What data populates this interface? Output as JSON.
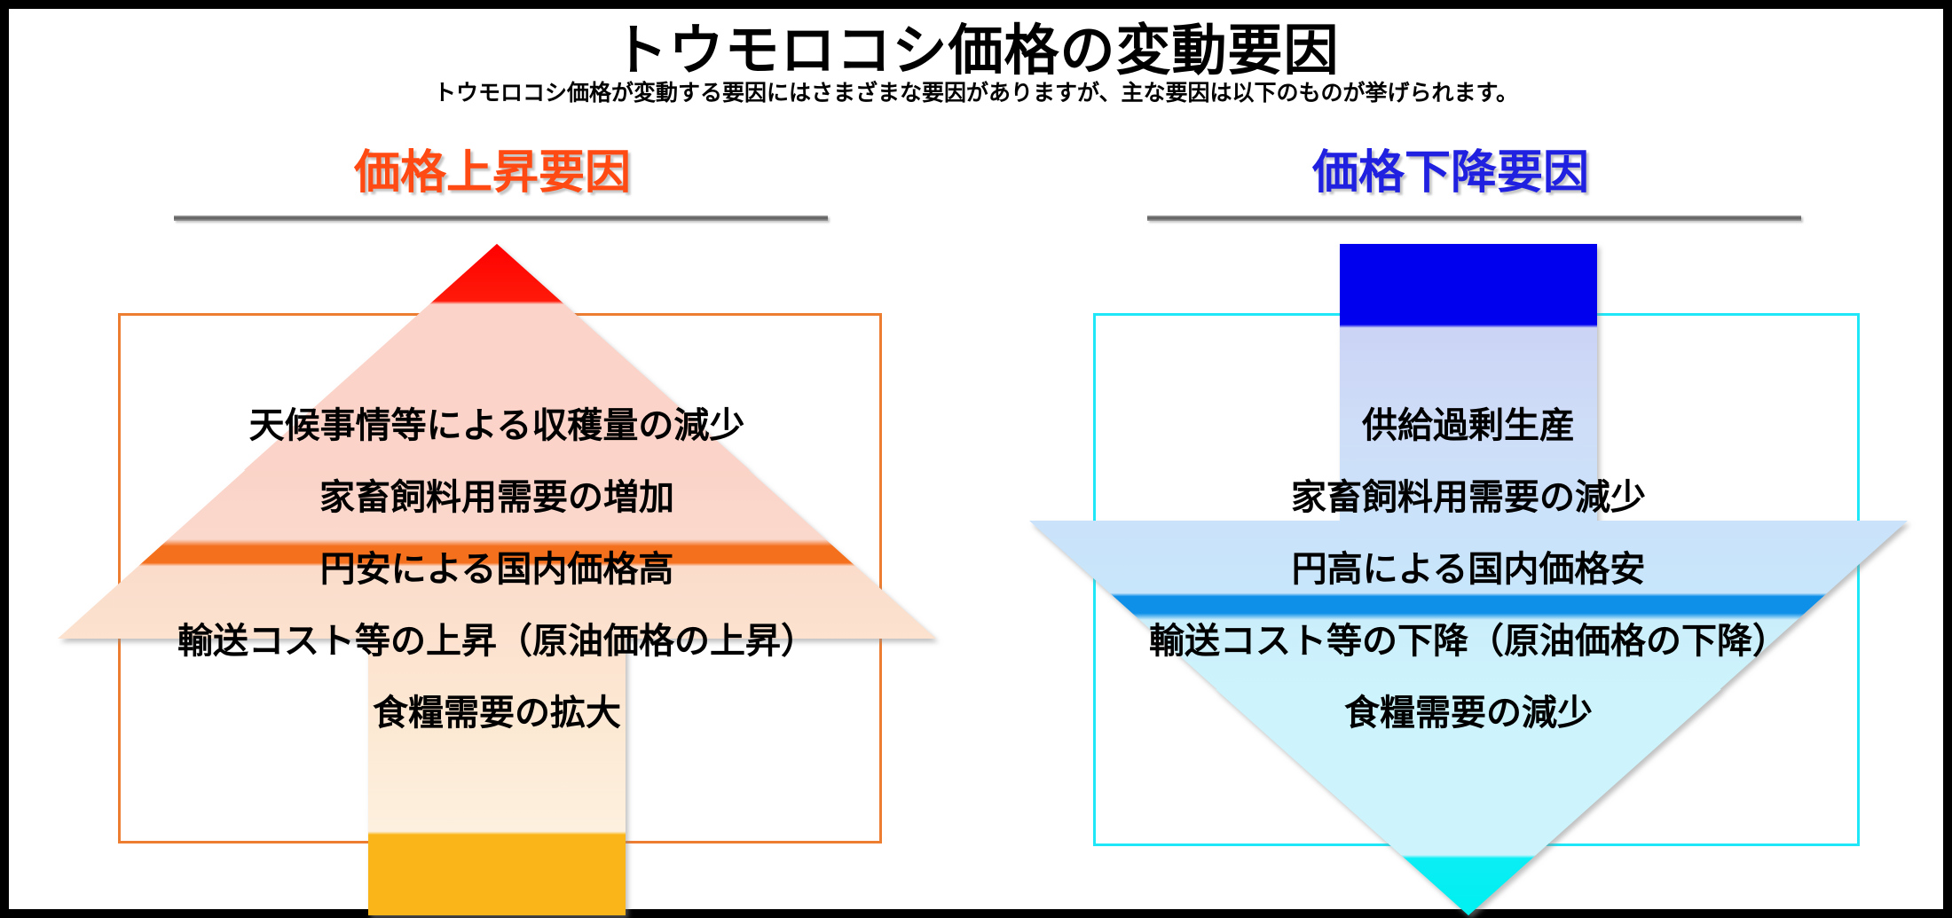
{
  "header": {
    "title": "トウモロコシ価格の変動要因",
    "subtitle": "トウモロコシ価格が変動する要因にはさまざまな要因がありますが、主な要因は以下のものが挙げられます。"
  },
  "columns": [
    {
      "id": "price-rise",
      "heading": "価格上昇要因",
      "heading_color": "#FF4A14",
      "arrow_direction": "up",
      "arrow_tip_color": "#FF0000",
      "arrow_wing_color": "#F4701D",
      "arrow_tail_color": "#FAB618",
      "box_border_color": "#ED7D31",
      "factors": [
        "天候事情等による収穫量の減少",
        "家畜飼料用需要の増加",
        "円安による国内価格高",
        "輸送コスト等の上昇（原油価格の上昇）",
        "食糧需要の拡大"
      ]
    },
    {
      "id": "price-fall",
      "heading": "価格下降要因",
      "heading_color": "#2020E0",
      "arrow_direction": "down",
      "arrow_tip_color": "#00F0F0",
      "arrow_wing_color": "#0E8FE8",
      "arrow_tail_color": "#0000EE",
      "box_border_color": "#20E7F7",
      "factors": [
        "供給過剰生産",
        "家畜飼料用需要の減少",
        "円高による国内価格安",
        "輸送コスト等の下降（原油価格の下降）",
        "食糧需要の減少"
      ]
    }
  ],
  "decorations": {
    "divider_color": "#5A5A5A",
    "frame_color": "#000000",
    "background_color": "#FFFFFF"
  }
}
